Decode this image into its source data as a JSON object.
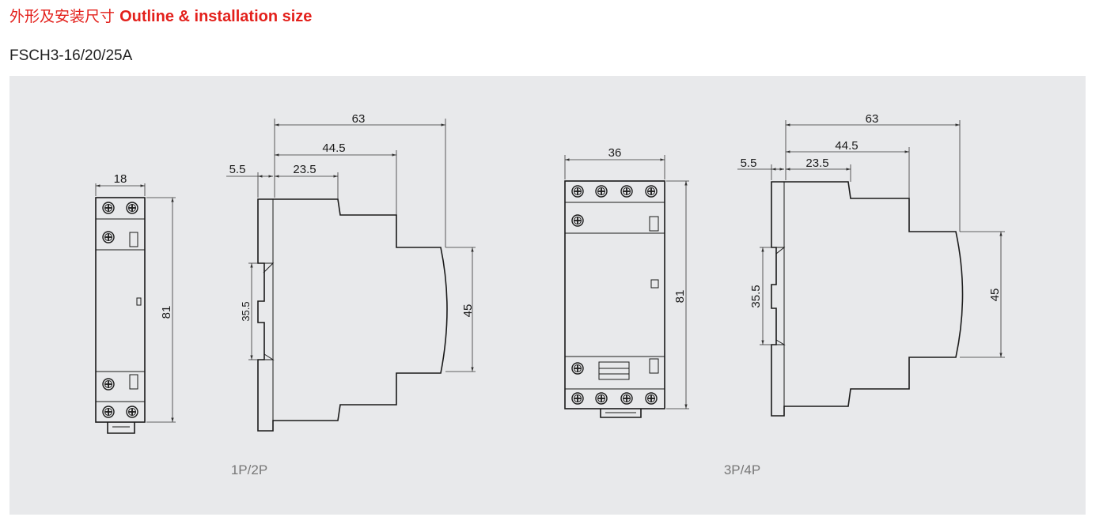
{
  "header": {
    "title_cn": "外形及安装尺寸",
    "title_en": "Outline & installation size",
    "model": "FSCH3-16/20/25A"
  },
  "figure_1p2p": {
    "caption": "1P/2P",
    "front": {
      "width": "18",
      "height": "81"
    },
    "side": {
      "depth": "63",
      "step1": "44.5",
      "step2": "23.5",
      "offset": "5.5",
      "rail": "35.5",
      "face": "45"
    }
  },
  "figure_3p4p": {
    "caption": "3P/4P",
    "front": {
      "width": "36",
      "height": "81"
    },
    "side": {
      "depth": "63",
      "step1": "44.5",
      "step2": "23.5",
      "offset": "5.5",
      "rail": "35.5",
      "face": "45"
    }
  }
}
